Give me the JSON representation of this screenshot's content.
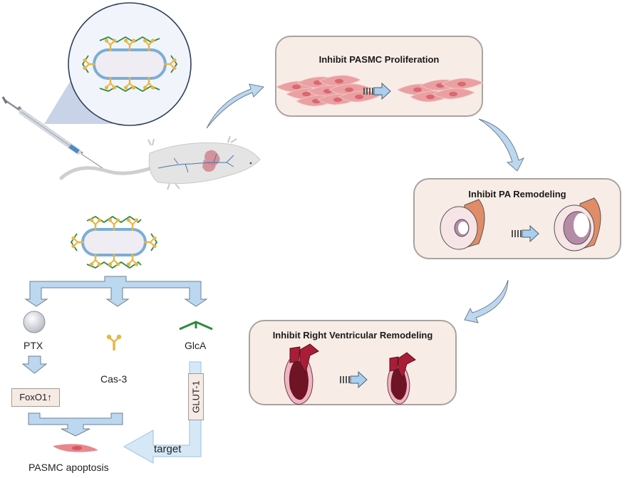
{
  "figure": {
    "type": "graphical-abstract",
    "panels": [
      {
        "id": "pasmc",
        "title": "Inhibit PASMC Proliferation"
      },
      {
        "id": "pa",
        "title": "Inhibit PA Remodeling"
      },
      {
        "id": "rv",
        "title": "Inhibit Right Ventricular Remodeling"
      }
    ],
    "mechanism": {
      "agents": [
        {
          "label": "PTX",
          "icon": "sphere-icon"
        },
        {
          "label": "Cas-3",
          "icon": "antibody-icon"
        },
        {
          "label": "GlcA",
          "icon": "glca-ligand-icon"
        }
      ],
      "foxo_label": "FoxO1↑",
      "glut_label": "GLUT-1",
      "target_label": "target",
      "outcome_label": "PASMC apoptosis"
    },
    "colors": {
      "panel_bg": "#f8ede6",
      "panel_border": "#a9a39f",
      "arrow_fill": "#bcd8f0",
      "arrow_stroke": "#6f7f8f",
      "cell_pink": "#e68f93",
      "vessel_orange": "#e08c67",
      "heart_red": "#8c1d2c",
      "glca_green": "#2f8a3a",
      "antibody_gold": "#e8b548",
      "nanoparticle_blue": "#7aaed6"
    }
  }
}
